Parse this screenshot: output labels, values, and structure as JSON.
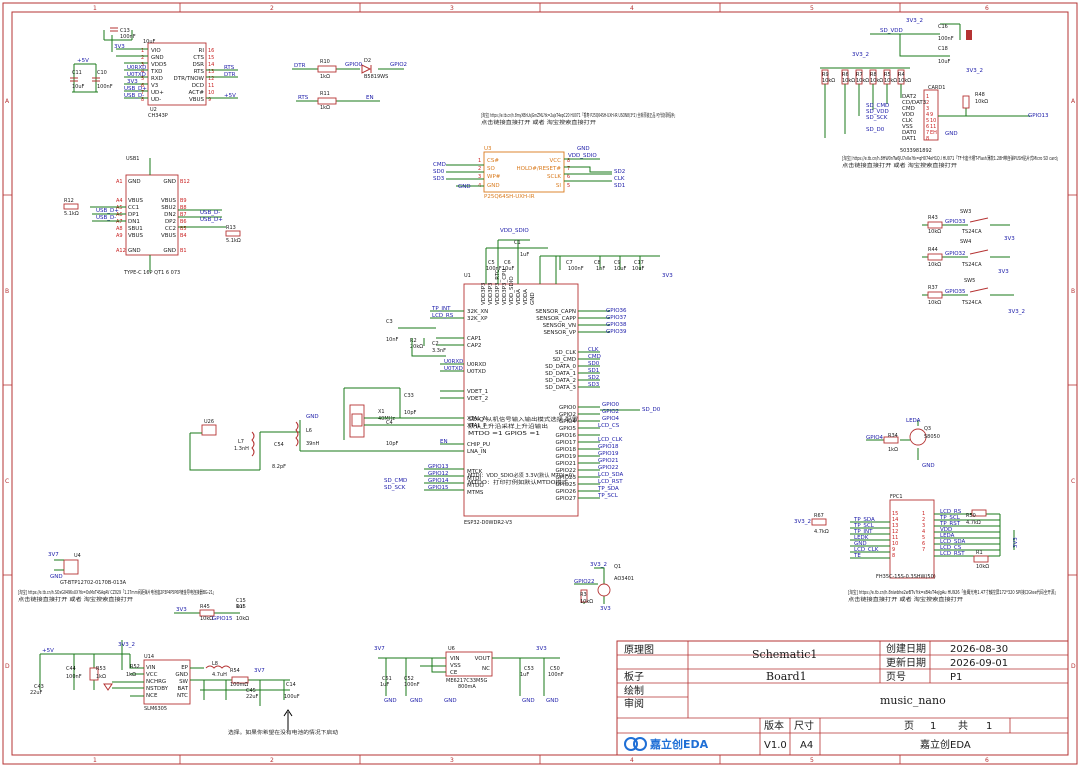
{
  "sheet": {
    "border_cols": [
      "1",
      "2",
      "3",
      "4",
      "5",
      "6"
    ],
    "border_rows": [
      "A",
      "B",
      "C",
      "D"
    ]
  },
  "components": {
    "u2": {
      "ref": "U2",
      "name": "CH343P",
      "pins_left": [
        "VIO",
        "GND",
        "VDD5",
        "TXD",
        "RXD",
        "V3",
        "UD+",
        "UD-"
      ],
      "pins_right": [
        "RI",
        "CTS",
        "DSR",
        "RTS",
        "DTR/TNOW",
        "DCD",
        "ACT#",
        "VBUS"
      ],
      "pin_nums_left": [
        "1",
        "2",
        "3",
        "4",
        "5",
        "6",
        "7",
        "8"
      ],
      "pin_nums_right": [
        "16",
        "15",
        "14",
        "13",
        "12",
        "11",
        "10",
        "9"
      ]
    },
    "c13": {
      "ref": "C13",
      "value": "10uF"
    },
    "c12": {
      "ref": "C12",
      "value": "100nF"
    },
    "c11": {
      "ref": "C11",
      "value": "10uF"
    },
    "c10": {
      "ref": "C10",
      "value": "100nF"
    },
    "r10": {
      "ref": "R10",
      "value": "1kΩ"
    },
    "d2": {
      "ref": "D2",
      "value": "B5819WS"
    },
    "r11": {
      "ref": "R11",
      "value": "1kΩ"
    },
    "usb1": {
      "ref": "USB1",
      "name": "TYPE-C 16P QT1 6 073",
      "pins_left": [
        "GND",
        "VBUS",
        "CC1",
        "DP1",
        "DN1",
        "SBU1",
        "VBUS",
        "GND"
      ],
      "pins_right": [
        "GND",
        "VBUS",
        "SBU2",
        "DN2",
        "DP2",
        "CC2",
        "VBUS",
        "GND"
      ],
      "pins_left_n": [
        "A1",
        "A4",
        "A5",
        "A6",
        "A7",
        "A8",
        "A9",
        "A12"
      ],
      "pins_right_n": [
        "B12",
        "B9",
        "B8",
        "B7",
        "B6",
        "B5",
        "B4",
        "B1"
      ]
    },
    "r12": {
      "ref": "R12",
      "value": "5.1kΩ"
    },
    "r13": {
      "ref": "R13",
      "value": "5.1kΩ"
    },
    "u3": {
      "ref": "U3",
      "name": "P25Q64SH-UXH-IR",
      "pins_left": [
        "CS#",
        "SO",
        "WP#",
        "GND"
      ],
      "pins_right": [
        "VCC",
        "HOLD#/RESET#",
        "SCLK",
        "SI"
      ],
      "pins_l_n": [
        "1",
        "2",
        "3",
        "4"
      ],
      "pins_r_n": [
        "8",
        "7",
        "6",
        "5"
      ]
    },
    "card1": {
      "ref": "CARD1",
      "name": "5033981892",
      "pins": [
        "DAT2",
        "CD/DAT3",
        "CMD",
        "VDD",
        "CLK",
        "VSS",
        "DAT0",
        "DAT1"
      ],
      "nums": [
        "1",
        "2",
        "3",
        "4",
        "5",
        "6",
        "7",
        "8"
      ],
      "extra": [
        "9",
        "10",
        "11",
        "EH"
      ]
    },
    "r_sd": [
      {
        "ref": "R9",
        "value": "10kΩ"
      },
      {
        "ref": "R6",
        "value": "10kΩ"
      },
      {
        "ref": "R7",
        "value": "10kΩ"
      },
      {
        "ref": "R8",
        "value": "10kΩ"
      },
      {
        "ref": "R5",
        "value": "10kΩ"
      },
      {
        "ref": "R4",
        "value": "10kΩ"
      }
    ],
    "c16": {
      "ref": "C16",
      "value": "100nF"
    },
    "c18": {
      "ref": "C18",
      "value": "10uF"
    },
    "r48": {
      "ref": "R48",
      "value": "10kΩ"
    },
    "sw3": {
      "ref": "SW3",
      "name": "TS24CA"
    },
    "sw4": {
      "ref": "SW4",
      "name": "TS24CA"
    },
    "sw5": {
      "ref": "SW5",
      "name": "TS24CA"
    },
    "r43": {
      "ref": "R43",
      "value": "10kΩ"
    },
    "r44": {
      "ref": "R44",
      "value": "10kΩ"
    },
    "r37": {
      "ref": "R37",
      "value": "10kΩ"
    },
    "u1": {
      "ref": "U1",
      "name": "ESP32-D0WDR2-V3",
      "left_pins": [
        "32K_XN",
        "32K_XP",
        "CAP1",
        "CAP2",
        "U0RXD",
        "U0TXD",
        "VDET_1",
        "VDET_2",
        "XTAL_N",
        "XTAL_P",
        "CHIP_PU",
        "LNA_IN",
        "MTCK",
        "MTDI",
        "MTDO",
        "MTMS"
      ],
      "right_pins": [
        "SENSOR_CAPN",
        "SENSOR_CAPP",
        "SENSOR_VN",
        "SENSOR_VP",
        "SD_CLK",
        "SD_CMD",
        "SD_DATA_0",
        "SD_DATA_1",
        "SD_DATA_2",
        "SD_DATA_3",
        "GPIO0",
        "GPIO2",
        "GPIO4",
        "GPIO5",
        "GPIO16",
        "GPIO17",
        "GPIO18",
        "GPIO19",
        "GPIO21",
        "GPIO22",
        "GPIO23",
        "GPIO25",
        "GPIO26",
        "GPIO27"
      ],
      "top_pins": [
        "VDD3P3",
        "VDD3P3",
        "VDD3P3_RTC",
        "VDD3P3_CPU",
        "VDD_SDIO",
        "VDDA",
        "VDDA",
        "GND"
      ]
    },
    "c1": {
      "ref": "C1",
      "value": "1uF"
    },
    "c5": {
      "ref": "C5",
      "value": "100nF"
    },
    "c6": {
      "ref": "C6",
      "value": "10uF"
    },
    "c7": {
      "ref": "C7",
      "value": "100nF"
    },
    "c8": {
      "ref": "C8",
      "value": "1nF"
    },
    "c9": {
      "ref": "C9",
      "value": "10uF"
    },
    "c17": {
      "ref": "C17",
      "value": "10uF"
    },
    "c3": {
      "ref": "C3",
      "value": "10nF"
    },
    "r2": {
      "ref": "R2",
      "value": "20kΩ"
    },
    "c2": {
      "ref": "C2",
      "value": "3.3nF"
    },
    "x1": {
      "ref": "X1",
      "value": "40MHz"
    },
    "c33": {
      "ref": "C33",
      "value": "10pF"
    },
    "c4": {
      "ref": "C4",
      "value": "10pF"
    },
    "u26": {
      "ref": "U26"
    },
    "l7": {
      "ref": "L7",
      "value": "1.3nH"
    },
    "c54": {
      "ref": "C54",
      "value": "8.2pF"
    },
    "l6": {
      "ref": "L6",
      "value": "39nH"
    },
    "q3": {
      "ref": "Q3",
      "value": "S8050"
    },
    "r34": {
      "ref": "R34",
      "value": "1kΩ"
    },
    "fpc1": {
      "ref": "FPC1",
      "name": "FH35C-15S-0.3SHW(50)"
    },
    "r67": {
      "ref": "R67",
      "value": "4.7kΩ"
    },
    "r50": {
      "ref": "R50",
      "value": "4.7kΩ"
    },
    "r1": {
      "ref": "R1",
      "value": "10kΩ"
    },
    "u4": {
      "ref": "U4",
      "name": "GT-BTP12702-0170B-013A"
    },
    "q1": {
      "ref": "Q1",
      "value": "AO3401"
    },
    "r3": {
      "ref": "R3",
      "value": "10kΩ"
    },
    "r45": {
      "ref": "R45",
      "value": "10kΩ"
    },
    "r15": {
      "ref": "R15",
      "value": "10kΩ"
    },
    "c15": {
      "ref": "C15",
      "value": "1uF"
    },
    "u14": {
      "ref": "U14",
      "name": "SLM6305",
      "pins_left": [
        "VIN",
        "VCC",
        "NCHRG",
        "NSTDBY",
        "NCE"
      ],
      "pins_right": [
        "EP",
        "GND",
        "SW",
        "BAT",
        "NTC"
      ]
    },
    "c44": {
      "ref": "C44",
      "value": "100nF"
    },
    "c43": {
      "ref": "C43",
      "value": "22uF"
    },
    "r53": {
      "ref": "R53",
      "value": "1kΩ"
    },
    "r52": {
      "ref": "R52",
      "value": "1kΩ"
    },
    "l8": {
      "ref": "L8",
      "value": "4.7uH"
    },
    "r54": {
      "ref": "R54",
      "value": "100mΩ"
    },
    "c45": {
      "ref": "C45",
      "value": "22uF"
    },
    "c14": {
      "ref": "C14",
      "value": "100uF"
    },
    "u6": {
      "ref": "U6",
      "name": "ME6217C33M5G",
      "pins_left": [
        "VIN",
        "VSS",
        "CE"
      ],
      "pins_right": [
        "VOUT",
        "NC"
      ],
      "current": "800mA"
    },
    "c51": {
      "ref": "C51",
      "value": "1uF"
    },
    "c52": {
      "ref": "C52",
      "value": "100nF"
    },
    "c53": {
      "ref": "C53",
      "value": "1uF"
    },
    "c50": {
      "ref": "C50",
      "value": "100nF"
    }
  },
  "nets": {
    "p5v": "+5V",
    "v33": "3V3",
    "v33_2": "3V3_2",
    "v3v7": "3V7",
    "gnd": "GND",
    "vdd_sdio": "VDD_SDIO",
    "u0rxd": "U0RXD",
    "u0txd": "U0TXD",
    "usb_dp": "USB_D+",
    "usb_dm": "USB_D-",
    "usb_dp2": "USB_D+",
    "usb_dm2": "USB_D-",
    "rts": "RTS",
    "dtr": "DTR",
    "en": "EN",
    "gpio0": "GPIO0",
    "gpio2": "GPIO2",
    "cmd": "CMD",
    "sd0": "SD0",
    "sd3": "SD3",
    "sd2": "SD2",
    "clk": "CLK",
    "sd1": "SD1",
    "sd_vdd": "SD_VDD",
    "sd_cmd": "SD_CMD",
    "sd_vdd2": "SD_VDD",
    "sd_sck": "SD_SCK",
    "sd_d0": "SD_D0",
    "gpio13": "GPIO13",
    "gnd2": "GND",
    "gpio14": "GPIO14",
    "gpio15": "GPIO15",
    "gpio16": "GPIO16",
    "tp_int": "TP_INT",
    "lcd_rs": "LCD_RS",
    "sensor_nets": [
      "GPIO36",
      "GPIO37",
      "GPIO38",
      "GPIO39"
    ],
    "sd_nets": [
      "CLK",
      "CMD",
      "SD0",
      "SD1",
      "SD2",
      "SD3"
    ],
    "gpio_nets": [
      "GPIO0",
      "GPIO2",
      "GPIO4",
      "LCD_CS",
      "LCD_CLK",
      "GPIO18",
      "GPIO19",
      "GPIO21",
      "GPIO22",
      "LCD_SDA",
      "LCD_RST",
      "TP_SDA",
      "TP_SCL"
    ],
    "mt_nets": [
      "GPIO13",
      "GPIO12",
      "GPIO14",
      "GPIO15"
    ],
    "sd_cmd2": "SD_CMD",
    "sd_sck2": "SD_SCK",
    "gpio4_sd": "SD_D0",
    "leda": "LEDA",
    "gpio4": "GPIO4",
    "fpc_left": [
      "TP_SDA",
      "TP_SCL",
      "TP_INT",
      "LEDK",
      "GND",
      "LCD_CLK",
      "TE"
    ],
    "fpc_right": [
      "LCD_RS",
      "TP_SCL",
      "TP_RST",
      "VDD",
      "LEDA",
      "LCD_SDA",
      "LCD_CS",
      "LCD_RST"
    ],
    "fpc_nums_l": [
      "15",
      "14",
      "13",
      "12",
      "11",
      "10",
      "9",
      "8"
    ],
    "fpc_nums_r": [
      "1",
      "2",
      "3",
      "4",
      "5",
      "6",
      "7"
    ],
    "gpio33": "GPIO33",
    "gpio32": "GPIO32",
    "gpio22": "GPIO22",
    "gpio35": "GPIO35"
  },
  "notes": {
    "flash": "[淘宝] https://e.tb.cn/h.8myXBhUsjGmZML?tk=2ajsT4epC20 HU071「香寿 P25Q64SH-UXH-IR USON8(3*2) 全新原装正品 可代烧录程序」",
    "flash2": "点击链接直接打开 或者 淘宝搜索直接打开",
    "sd": "[淘宝] https://e.tb.cn/h.8HW0nTw6JU7v0e?tk=qH074eH1Q.l HU071「TF卡座卡槽T-Flash薄款1.28H带自弹PUSH贴片式Micro SD card」",
    "sd2": "点击链接直接打开 或者 淘宝搜索直接打开",
    "mtdo": "SDIO 从机信号输入输出模式选择 配置",
    "mtdo2": "默认上升沿采样上升沿输出",
    "mtdo3": "MTDO =1 GPIO5 =1",
    "strap": "MTDI：VDD_SDIO必须 3.3V(默认 MTDI=0)",
    "strap2": "MTDO：打印打例如默认MTDO模式",
    "batt": "[淘宝] https://e.tb.cn/h.SOxG0496sUX?tk=OsMoT4SAqAV CZ029「1.27mm间距弹片电池座2P3P4P5P6P镀金导电连接器BG-21」",
    "batt2": "点击链接直接打开 或者 淘宝搜索直接打开",
    "lcd": "[淘宝] https://e.tb.cn/h.8niwbhe2wBTv?tk=sB4sT4eJgAu HU926「鱼鹰光电1.47寸触控屏172*320 SPI接口Gtee代码全开源」",
    "lcd2": "点击链接直接打开 或者 淘宝搜索直接打开",
    "switch_note": "选择。如果你希望在没有电池的情况下启动"
  },
  "title_block": {
    "r1_l": "原理图",
    "r1_c": "Schematic1",
    "r1_k": "创建日期",
    "r1_v": "2026-08-30",
    "r2_k": "更新日期",
    "r2_v": "2026-09-01",
    "r3_l": "板子",
    "r3_c": "Board1",
    "r3_k": "页号",
    "r3_v": "P1",
    "r4_l": "绘制",
    "r4_c": "music_nano",
    "r5_l": "审阅",
    "ver_k": "版本",
    "size_k": "尺寸",
    "page_k": "页",
    "page_v": "1",
    "total_k": "共",
    "total_v": "1",
    "ver_v": "V1.0",
    "size_v": "A4",
    "company": "嘉立创EDA",
    "logo": "嘉立创EDA"
  }
}
